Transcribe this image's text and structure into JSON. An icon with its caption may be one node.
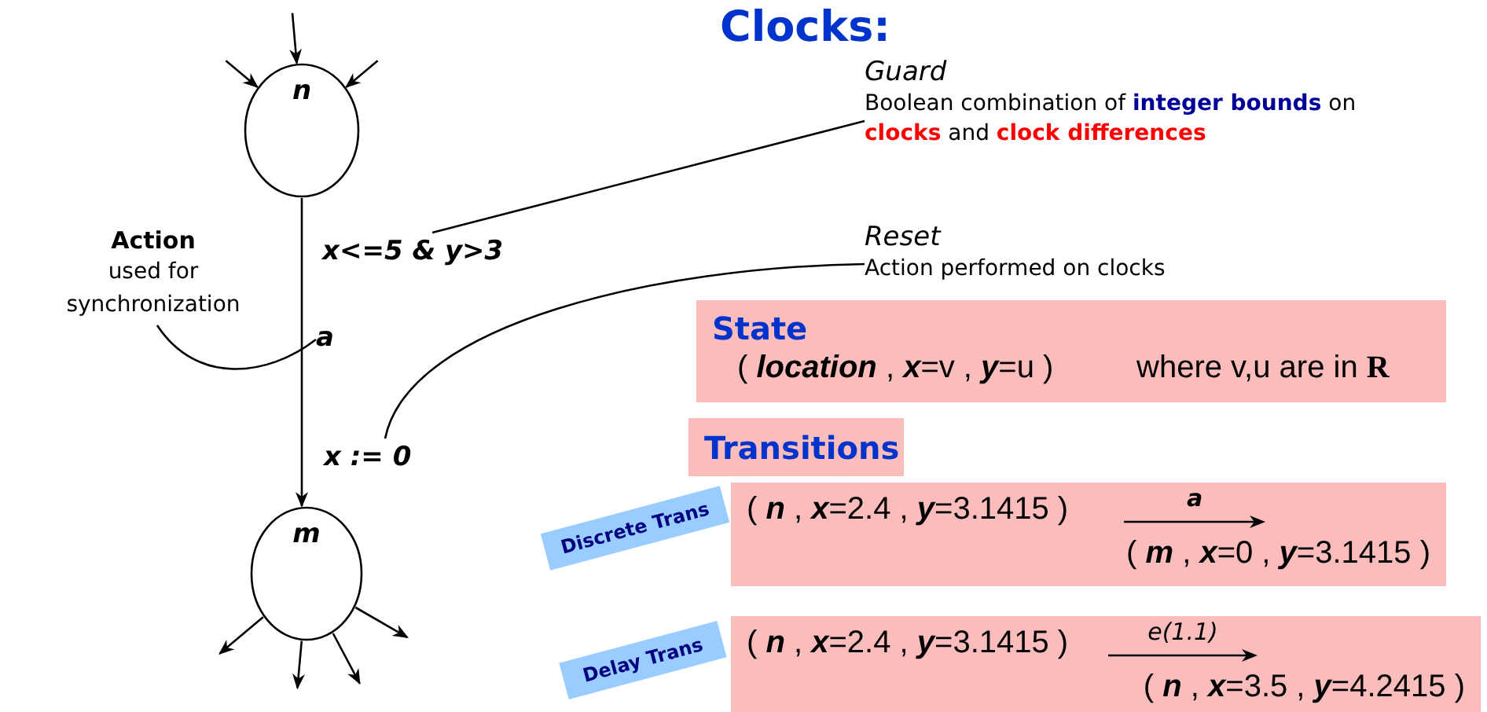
{
  "diagram": {
    "title": "Clocks:",
    "nodes": [
      {
        "text": [
          "n"
        ]
      },
      {
        "text": [
          "m"
        ]
      },
      {
        "text": [
          "Action",
          "used for synchronization"
        ]
      },
      {
        "text": [
          "x<=5 & y>3"
        ]
      },
      {
        "text": [
          "a"
        ]
      },
      {
        "text": [
          "x := 0"
        ]
      },
      {
        "text": [
          "Guard",
          "Boolean combination of **integer bounds** on **clocks** and **clock differences**"
        ]
      },
      {
        "text": [
          "Reset",
          "Action performed on clocks"
        ]
      },
      {
        "text": [
          "State",
          "( **location** , **x**=v , **y**=u )",
          "where v,u are in **R**"
        ]
      },
      {
        "text": [
          "Transitions"
        ]
      },
      {
        "text": [
          "Discrete Trans"
        ]
      },
      {
        "text": [
          "( **n** , **x**=2.4 , **y**=3.1415 )",
          "a",
          "( **m** , **x**=0 , **y**=3.1415 )"
        ]
      },
      {
        "text": [
          "Delay Trans"
        ]
      },
      {
        "text": [
          "( **n** , **x**=2.4 , **y**=3.1415 )",
          "e(1.1)",
          "( **n** , **x**=3.5 , **y**=4.2415 )"
        ]
      }
    ],
    "edges": [
      {
        "from": null,
        "to": 0,
        "arrow": "to"
      },
      {
        "from": null,
        "to": 0,
        "arrow": "to"
      },
      {
        "from": null,
        "to": 0,
        "arrow": "to"
      },
      {
        "from": 0,
        "to": 1,
        "arrow": "to"
      },
      {
        "from": 1,
        "to": null,
        "arrow": "to"
      },
      {
        "from": 1,
        "to": null,
        "arrow": "to"
      },
      {
        "from": 1,
        "to": null,
        "arrow": "to"
      },
      {
        "from": 1,
        "to": null,
        "arrow": "to"
      },
      {
        "from": 2,
        "to": 4,
        "arrow": "none"
      },
      {
        "from": 6,
        "to": 3,
        "arrow": "none"
      },
      {
        "from": 7,
        "to": 5,
        "arrow": "none"
      }
    ]
  }
}
